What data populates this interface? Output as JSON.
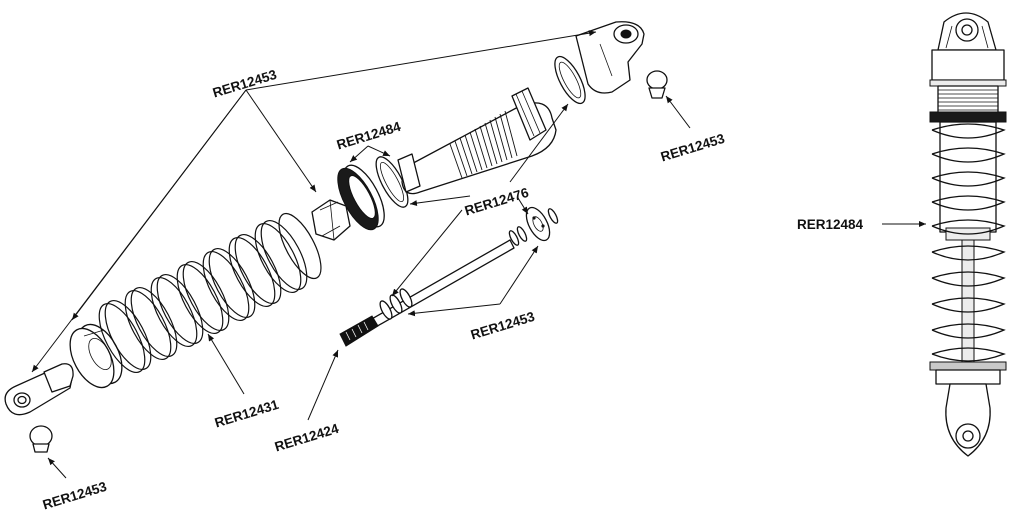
{
  "exploded_view": {
    "labels": {
      "upper_cap_and_ends": "RER12453",
      "top_ball_stud": "RER12453",
      "bottom_ball_stud": "RER12453",
      "body_collar": "RER12484",
      "o_rings": "RER12476",
      "piston_parts": "RER12453",
      "spring": "RER12431",
      "shaft": "RER12424"
    }
  },
  "assembled_view": {
    "labels": {
      "collar": "RER12484"
    }
  }
}
